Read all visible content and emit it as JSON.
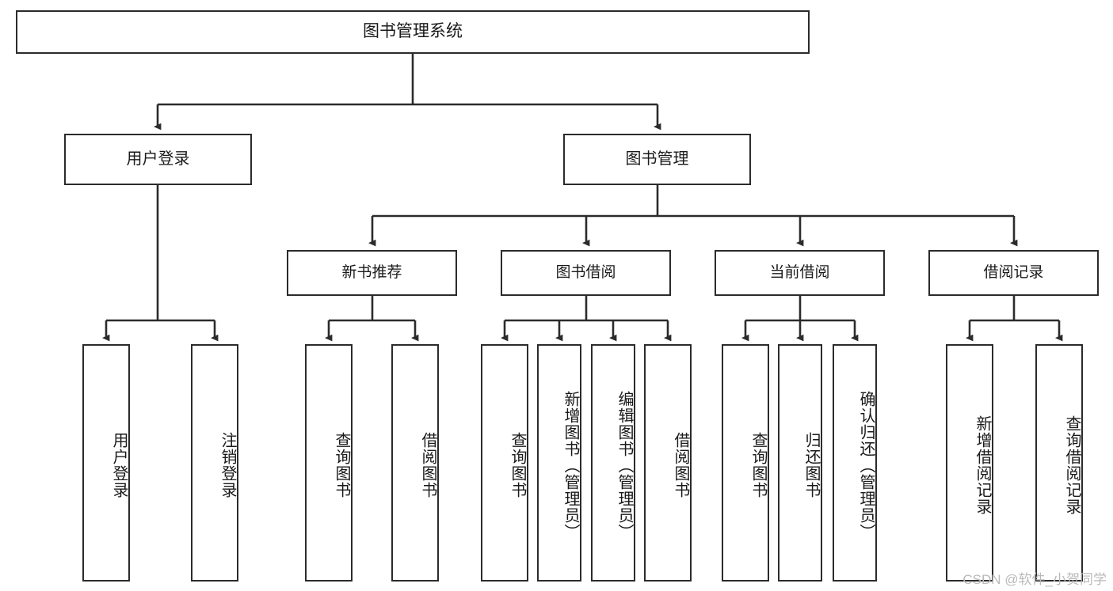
{
  "diagram": {
    "title": "图书管理系统",
    "type": "tree",
    "watermark": "CSDN @软件_小贺同学",
    "colors": {
      "stroke": "#2b2b2b",
      "fill": "#ffffff",
      "text": "#1a1a1a",
      "watermark": "#b9b9b9"
    },
    "nodes": {
      "root": {
        "label": "图书管理系统"
      },
      "level1": [
        {
          "label": "用户登录"
        },
        {
          "label": "图书管理"
        }
      ],
      "login_children": [
        {
          "label": "用户登录"
        },
        {
          "label": "注销登录"
        }
      ],
      "level2": [
        {
          "label": "新书推荐"
        },
        {
          "label": "图书借阅"
        },
        {
          "label": "当前借阅"
        },
        {
          "label": "借阅记录"
        }
      ],
      "recommend_children": [
        {
          "label": "查询图书"
        },
        {
          "label": "借阅图书"
        }
      ],
      "borrow_children": [
        {
          "label": "查询图书"
        },
        {
          "label": "新增图书（管理员）"
        },
        {
          "label": "编辑图书（管理员）"
        },
        {
          "label": "借阅图书"
        }
      ],
      "current_children": [
        {
          "label": "查询图书"
        },
        {
          "label": "归还图书"
        },
        {
          "label": "确认归还（管理员）"
        }
      ],
      "record_children": [
        {
          "label": "新增借阅记录"
        },
        {
          "label": "查询借阅记录"
        }
      ]
    }
  }
}
